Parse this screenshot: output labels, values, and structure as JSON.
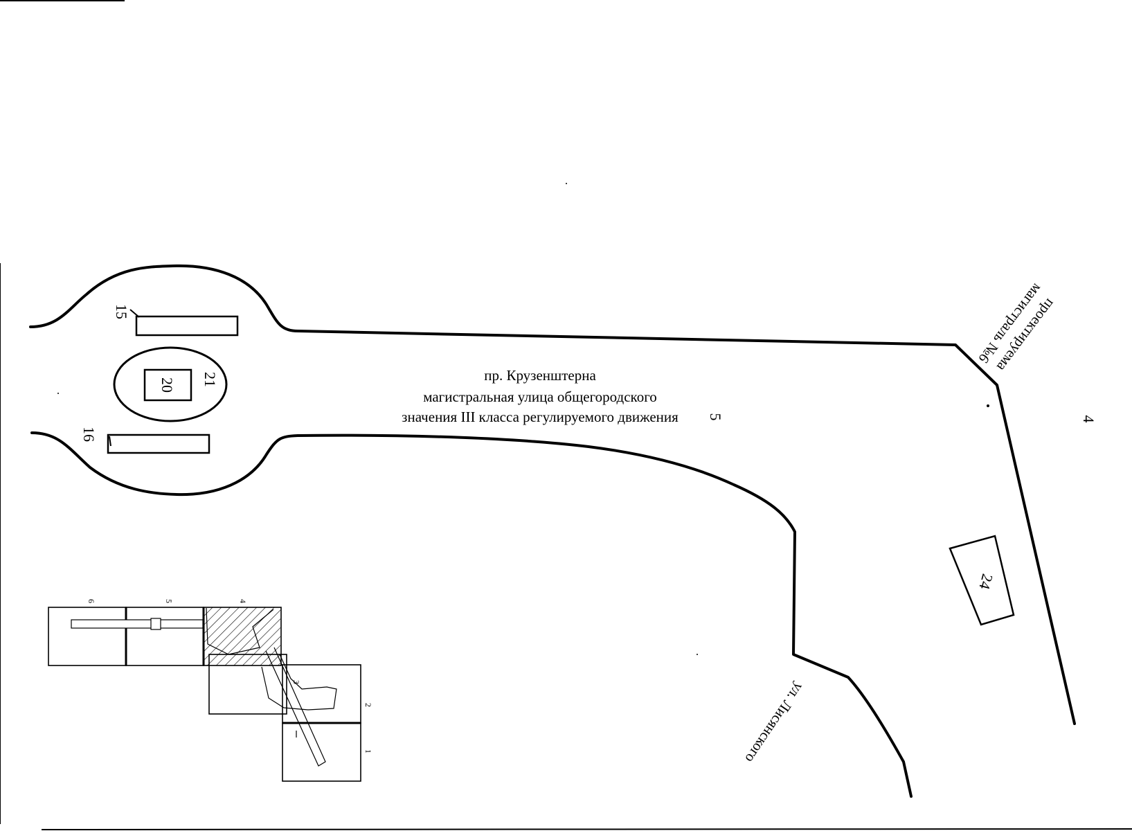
{
  "main_street": {
    "line1": "пр. Крузенштерна",
    "line2": "магистральная улица общегородского",
    "line3": "значения III класса регулируемого движения"
  },
  "side_street": {
    "label": "ул. Лисянского"
  },
  "planned_street": {
    "line1": "проектируема",
    "line2": "магистраль №6"
  },
  "zone_numbers": {
    "zone_4": "4",
    "zone_5": "5"
  },
  "objects": {
    "obj_15": "15",
    "obj_16": "16",
    "obj_20": "20",
    "obj_21": "21",
    "obj_24": "24"
  },
  "key_map": {
    "sheets": [
      "1",
      "2",
      "3",
      "4",
      "5",
      "6"
    ]
  },
  "colors": {
    "ink": "#000000",
    "paper": "#ffffff"
  }
}
